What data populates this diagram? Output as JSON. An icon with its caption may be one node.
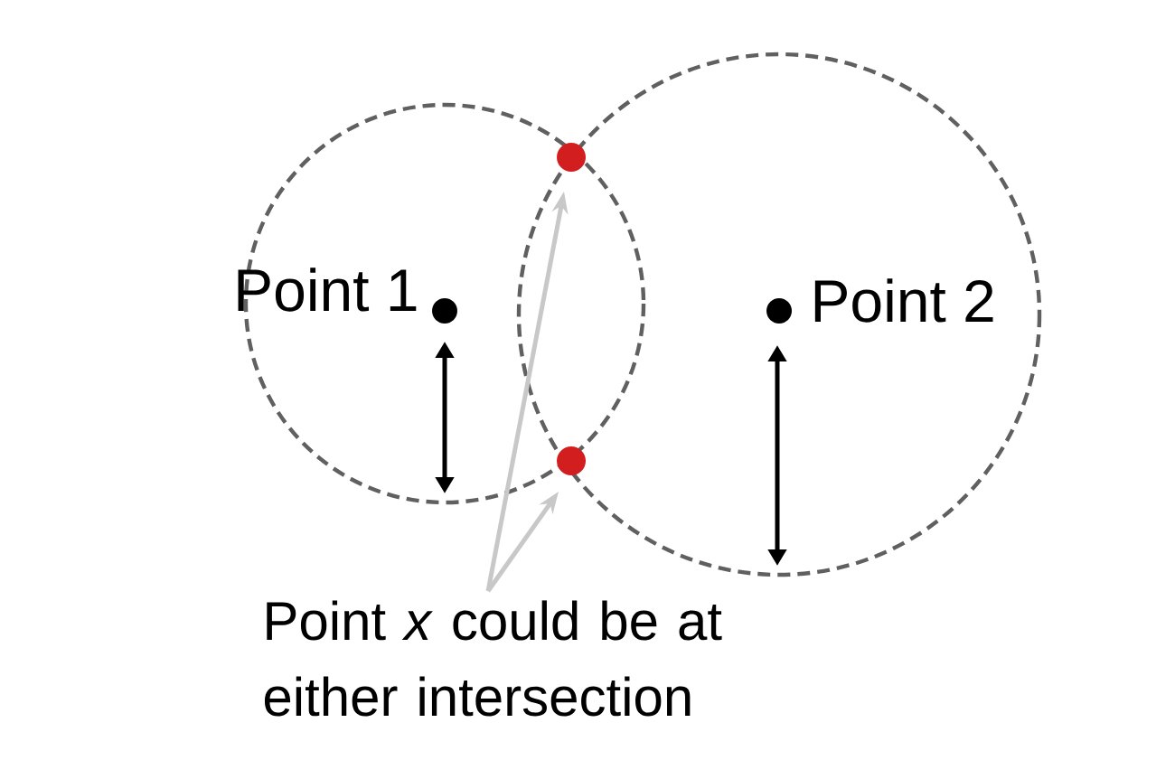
{
  "diagram": {
    "nodes": [
      {
        "text": [],
        "shape": "circle"
      },
      {
        "text": [],
        "shape": "circle"
      },
      {
        "text": [
          "Point *x* could be at either intersection"
        ]
      }
    ],
    "edges": [
      {
        "from": 2,
        "to": 0,
        "arrow": "to",
        "color": "#c8c8c8"
      },
      {
        "from": 2,
        "to": 1,
        "arrow": "to",
        "color": "#c8c8c8"
      }
    ],
    "labels": [
      "Point 1",
      "Point 2"
    ]
  }
}
